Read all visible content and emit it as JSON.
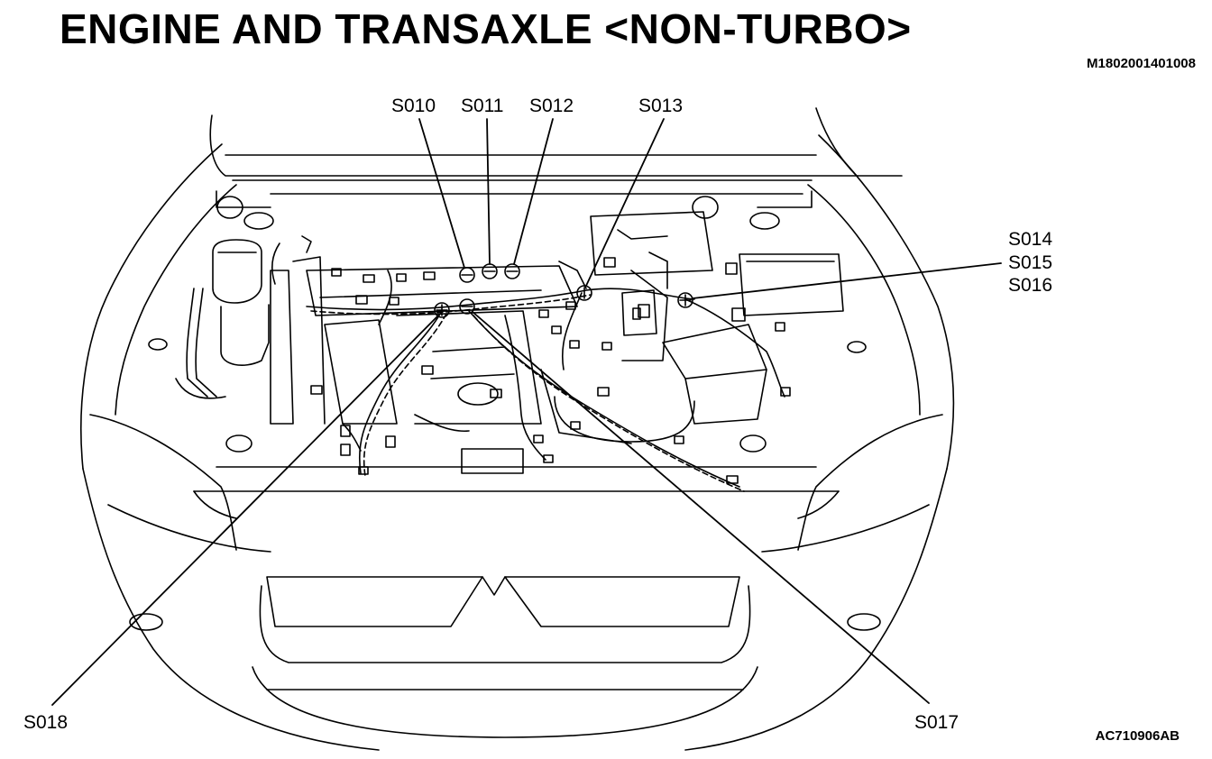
{
  "title": "ENGINE AND TRANSAXLE <NON-TURBO>",
  "document_code": "M1802001401008",
  "figure_code": "AC710906AB",
  "callouts": {
    "s010": "S010",
    "s011": "S011",
    "s012": "S012",
    "s013": "S013",
    "s014": "S014",
    "s015": "S015",
    "s016": "S016",
    "s017": "S017",
    "s018": "S018"
  },
  "colors": {
    "line": "#000000",
    "background": "#ffffff"
  }
}
